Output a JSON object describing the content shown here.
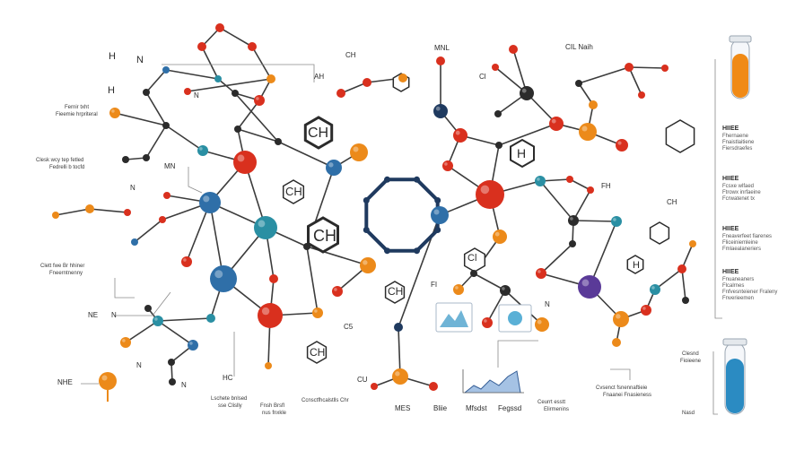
{
  "colors": {
    "bond": "#3c3c3c",
    "thin_line": "#8a8a8a",
    "navy": "#1f3a5f",
    "red": "#d9301e",
    "orange": "#ec8a1a",
    "teal": "#2a8fa3",
    "blue": "#2f6fa8",
    "purple": "#5a3a98",
    "dark": "#2b2b2b",
    "tube_orange": "#f08a16",
    "tube_blue": "#2b8bc2"
  },
  "left_labels": {
    "a": "H",
    "b": "N",
    "c": "H",
    "d": "Fernir txht",
    "e": "Fieemie hrpriteral",
    "f": "Clesk wcy tep fetled",
    "g": "Fedrelli b tocfd",
    "h": "N",
    "i": "MN",
    "j": "Clett fwe Br hhiner",
    "k": "Fneerntnenny",
    "l": "NE",
    "m": "N",
    "n": "NHE",
    "o": "N",
    "p": "N",
    "q": "N"
  },
  "center_labels": {
    "ch1": "CH",
    "ch2": "CH",
    "ch3": "CH",
    "ch4": "CH",
    "ch5": "CH",
    "h1": "H",
    "ah": "AH",
    "ch_top": "CH",
    "mnl": "MNL",
    "cl": "Cl",
    "fi": "FI",
    "c5": "C5",
    "cu": "CU",
    "n_right": "N"
  },
  "right_labels": {
    "top": "CIL Naih",
    "h2": "H",
    "ch_right": "CH",
    "fh": "FH",
    "sec1_title": "HIIEE",
    "sec1_lines": [
      "Fhernaene",
      "Fnaistlaitiene",
      "Fiersdraefes"
    ],
    "sec2_title": "HIIEE",
    "sec2_lines": [
      "Fcsxe wlfaed",
      "Ftrowx inrfaeine",
      "Fcrwatenet tx"
    ],
    "sec3_title": "HIIEE",
    "sec3_lines": [
      "Fneaverfeet fiarenes",
      "Fliceiniemleine",
      "Fmlaealaneriers"
    ],
    "sec4_title": "HIIEE",
    "sec4_lines": [
      "Fnuaneaners",
      "Flcalrnes",
      "Fnfvesnteiener Fraleny",
      "Fnverieemen"
    ],
    "clend": "Clesnd",
    "clend_sub": "Fioieene",
    "nasd": "Nasd"
  },
  "bottom_labels": {
    "a": "HC",
    "b": "Lschete bnlsed",
    "b2": "sse Clislly",
    "c": "Fnsh Brsfl",
    "c2": "nus fnxkle",
    "d": "Ccnsctfhcalstlls Chr",
    "e": "MES",
    "f": "Bliie",
    "g": "Mfsdst",
    "h": "Fegssd",
    "i": "Ceurrt esstt",
    "i2": "Elirmenins",
    "j": "Cvsenct fsnennaftieie",
    "j2": "Fnaanei Fnasieness"
  }
}
